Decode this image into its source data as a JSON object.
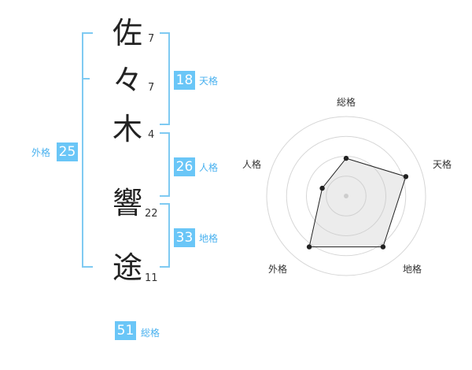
{
  "name_chars": [
    {
      "char": "佐",
      "strokes": "7"
    },
    {
      "char": "々",
      "strokes": "7"
    },
    {
      "char": "木",
      "strokes": "4"
    },
    {
      "char": "響",
      "strokes": "22"
    },
    {
      "char": "途",
      "strokes": "11"
    }
  ],
  "fortunes": {
    "tenkaku": {
      "value": "18",
      "label": "天格"
    },
    "jinkaku": {
      "value": "26",
      "label": "人格"
    },
    "chikaku": {
      "value": "33",
      "label": "地格"
    },
    "gaikaku": {
      "value": "25",
      "label": "外格"
    },
    "soukaku": {
      "value": "51",
      "label": "総格"
    }
  },
  "colors": {
    "accent": "#6ac6f7",
    "bracket": "#7fcaf2",
    "label": "#49b1ef"
  },
  "chart_data": {
    "type": "radar",
    "axes": [
      "総格",
      "天格",
      "地格",
      "外格",
      "人格"
    ],
    "values": [
      3,
      5,
      5,
      5,
      2
    ],
    "range": [
      0,
      5
    ],
    "rings": 4
  }
}
